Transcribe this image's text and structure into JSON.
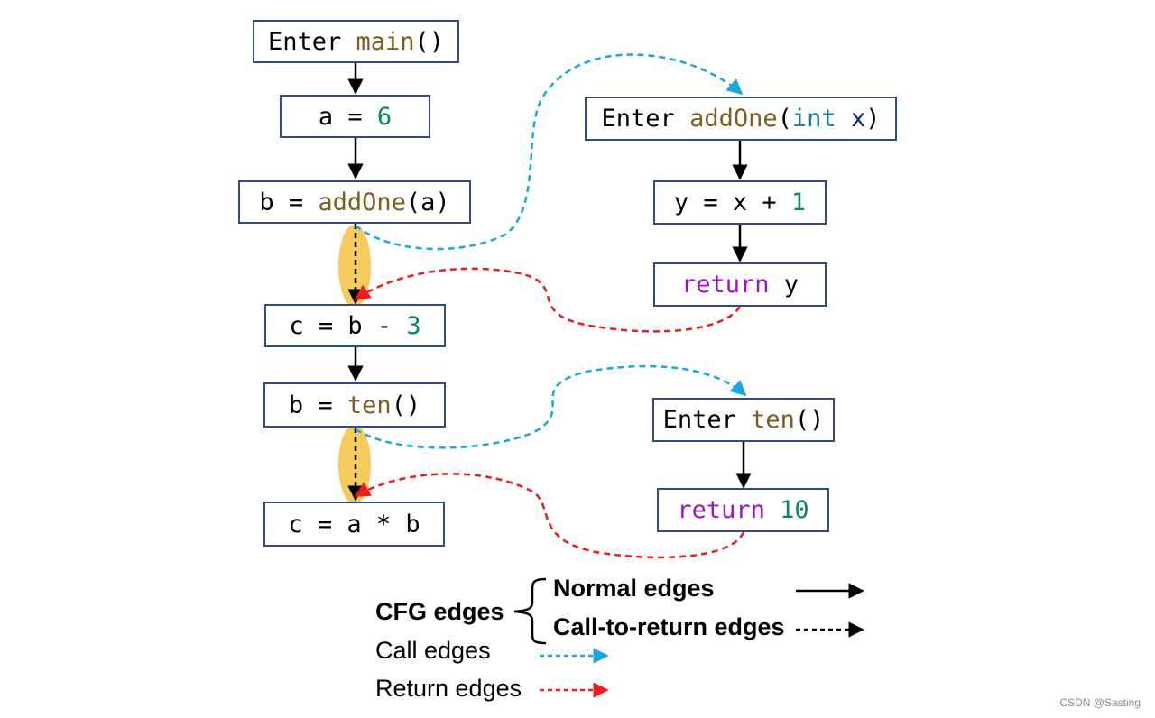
{
  "nodes": {
    "enter_main": [
      [
        "Enter ",
        "plain"
      ],
      [
        "main",
        "fn"
      ],
      [
        "()",
        "plain"
      ]
    ],
    "a_eq_6": [
      [
        "a = ",
        "plain"
      ],
      [
        "6",
        "num"
      ]
    ],
    "b_eq_addone": [
      [
        "b = ",
        "plain"
      ],
      [
        "addOne",
        "fn"
      ],
      [
        "(a)",
        "plain"
      ]
    ],
    "c_eq_b_3": [
      [
        "c = b - ",
        "plain"
      ],
      [
        "3",
        "num"
      ]
    ],
    "b_eq_ten": [
      [
        "b = ",
        "plain"
      ],
      [
        "ten",
        "fn"
      ],
      [
        "()",
        "plain"
      ]
    ],
    "c_eq_a_b": [
      [
        "c = a * b",
        "plain"
      ]
    ],
    "enter_addone": [
      [
        "Enter ",
        "plain"
      ],
      [
        "addOne",
        "fn"
      ],
      [
        "(",
        "plain"
      ],
      [
        "int",
        "type"
      ],
      [
        " ",
        "plain"
      ],
      [
        "x",
        "var"
      ],
      [
        ")",
        "plain"
      ]
    ],
    "y_eq_x_1": [
      [
        "y = x + ",
        "plain"
      ],
      [
        "1",
        "num"
      ]
    ],
    "return_y": [
      [
        "return",
        "kw"
      ],
      [
        " y",
        "plain"
      ]
    ],
    "enter_ten": [
      [
        "Enter ",
        "plain"
      ],
      [
        "ten",
        "fn"
      ],
      [
        "()",
        "plain"
      ]
    ],
    "return_10": [
      [
        "return",
        "kw"
      ],
      [
        " ",
        "plain"
      ],
      [
        "10",
        "num"
      ]
    ]
  },
  "legend": {
    "cfg_edges": "CFG edges",
    "normal_edges": "Normal edges",
    "call_to_return_edges": "Call-to-return edges",
    "call_edges": "Call edges",
    "return_edges": "Return edges"
  },
  "colors": {
    "node_border": "#2e4d86",
    "normal_edge": "#000000",
    "call_edge": "#1aa7e0",
    "return_edge": "#ee1c1c",
    "highlight": "#f5c242",
    "fn_name": "#7d5c1e",
    "number": "#0a8760",
    "keyword": "#9b16c9",
    "type": "#1f7e9a",
    "param": "#0f1f87"
  },
  "watermark": "CSDN @Sasting"
}
